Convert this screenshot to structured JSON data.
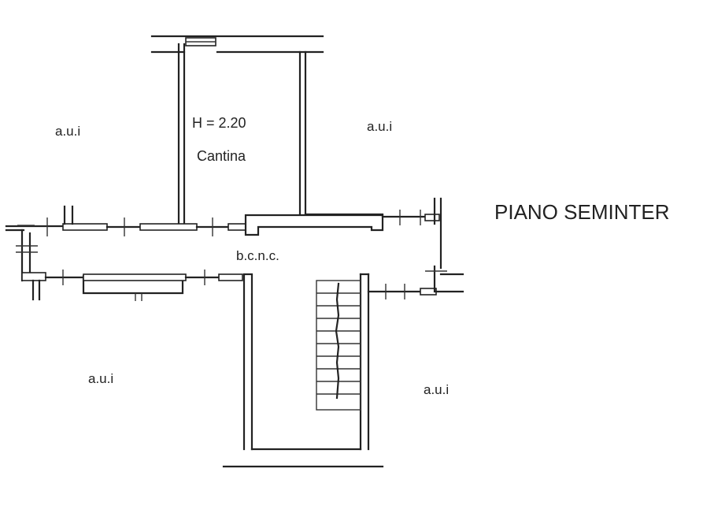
{
  "drawing": {
    "floor_title": "PIANO SEMINTER",
    "room_height": "H = 2.20",
    "room_name": "Cantina",
    "corridor": "b.c.n.c.",
    "unit_top_left": "a.u.i",
    "unit_top_right": "a.u.i",
    "unit_bottom_left": "a.u.i",
    "unit_bottom_right": "a.u.i"
  }
}
